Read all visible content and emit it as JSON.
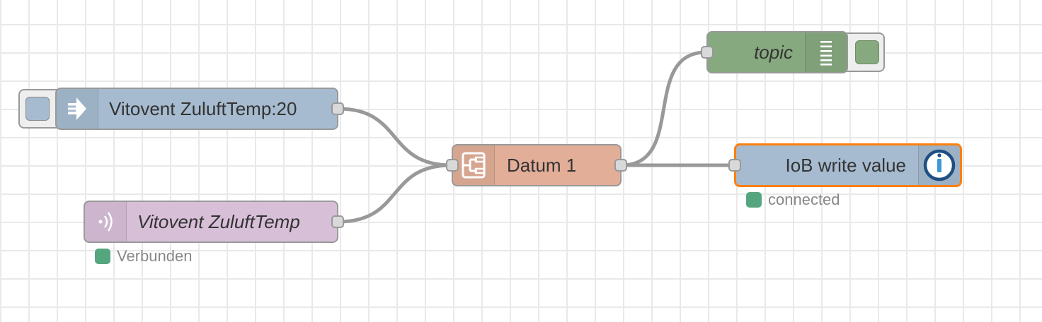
{
  "colors": {
    "grid": "#e9e9e9",
    "wire": "#999999",
    "inject": "#a6bbcf",
    "switch": "#e2ae98",
    "debug": "#87a980",
    "iobroker_out": "#a6bbcf",
    "iobroker_in": "#d8bfd8",
    "selected_border": "#ff7f0e",
    "status_connected": "#55a67f",
    "iobroker_icon_ring": "#1f4f82",
    "iobroker_icon_accent": "#3d9ad6"
  },
  "nodes": {
    "inject": {
      "label": "Vitovent ZuluftTemp:20",
      "icon": "arrow-in-icon"
    },
    "iob_in": {
      "label": "Vitovent ZuluftTemp",
      "icon": "radio-waves-icon",
      "status": "Verbunden"
    },
    "switch": {
      "label": "Datum 1",
      "icon": "switch-icon"
    },
    "debug": {
      "label": "topic",
      "icon": "list-icon"
    },
    "iob_out": {
      "label": "IoB write value",
      "icon": "iobroker-icon",
      "status": "connected"
    }
  }
}
